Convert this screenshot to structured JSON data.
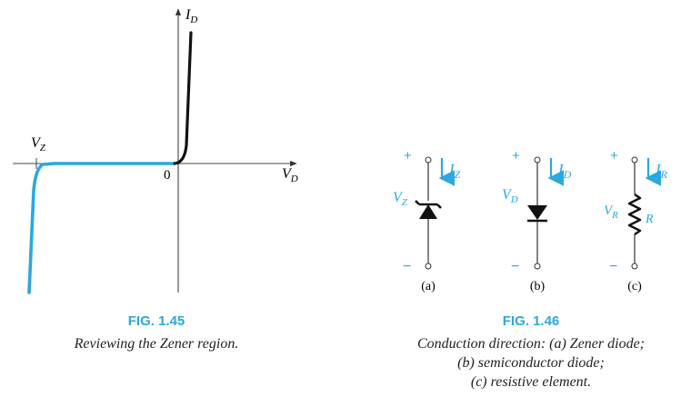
{
  "colors": {
    "accent": "#2aa8df",
    "ink": "#1a1a1a",
    "axis": "#444444"
  },
  "fig145": {
    "axis_labels": {
      "y_main": "I",
      "y_sub": "D",
      "x_main": "V",
      "x_sub": "D",
      "vz_main": "V",
      "vz_sub": "Z",
      "origin": "0"
    },
    "number": "FIG. 1.45",
    "caption": "Reviewing the Zener region."
  },
  "fig146": {
    "circuits": [
      {
        "plus": "+",
        "minus": "−",
        "current_main": "I",
        "current_sub": "Z",
        "voltage_main": "V",
        "voltage_sub": "Z",
        "element_label": "",
        "panel_label": "(a)",
        "element": "zener-diode"
      },
      {
        "plus": "+",
        "minus": "−",
        "current_main": "I",
        "current_sub": "D",
        "voltage_main": "V",
        "voltage_sub": "D",
        "element_label": "",
        "panel_label": "(b)",
        "element": "diode"
      },
      {
        "plus": "+",
        "minus": "−",
        "current_main": "I",
        "current_sub": "R",
        "voltage_main": "V",
        "voltage_sub": "R",
        "element_label": "R",
        "panel_label": "(c)",
        "element": "resistor"
      }
    ],
    "number": "FIG. 1.46",
    "caption_lines": [
      "Conduction direction: (a) Zener diode;",
      "(b) semiconductor diode;",
      "(c) resistive element."
    ]
  }
}
